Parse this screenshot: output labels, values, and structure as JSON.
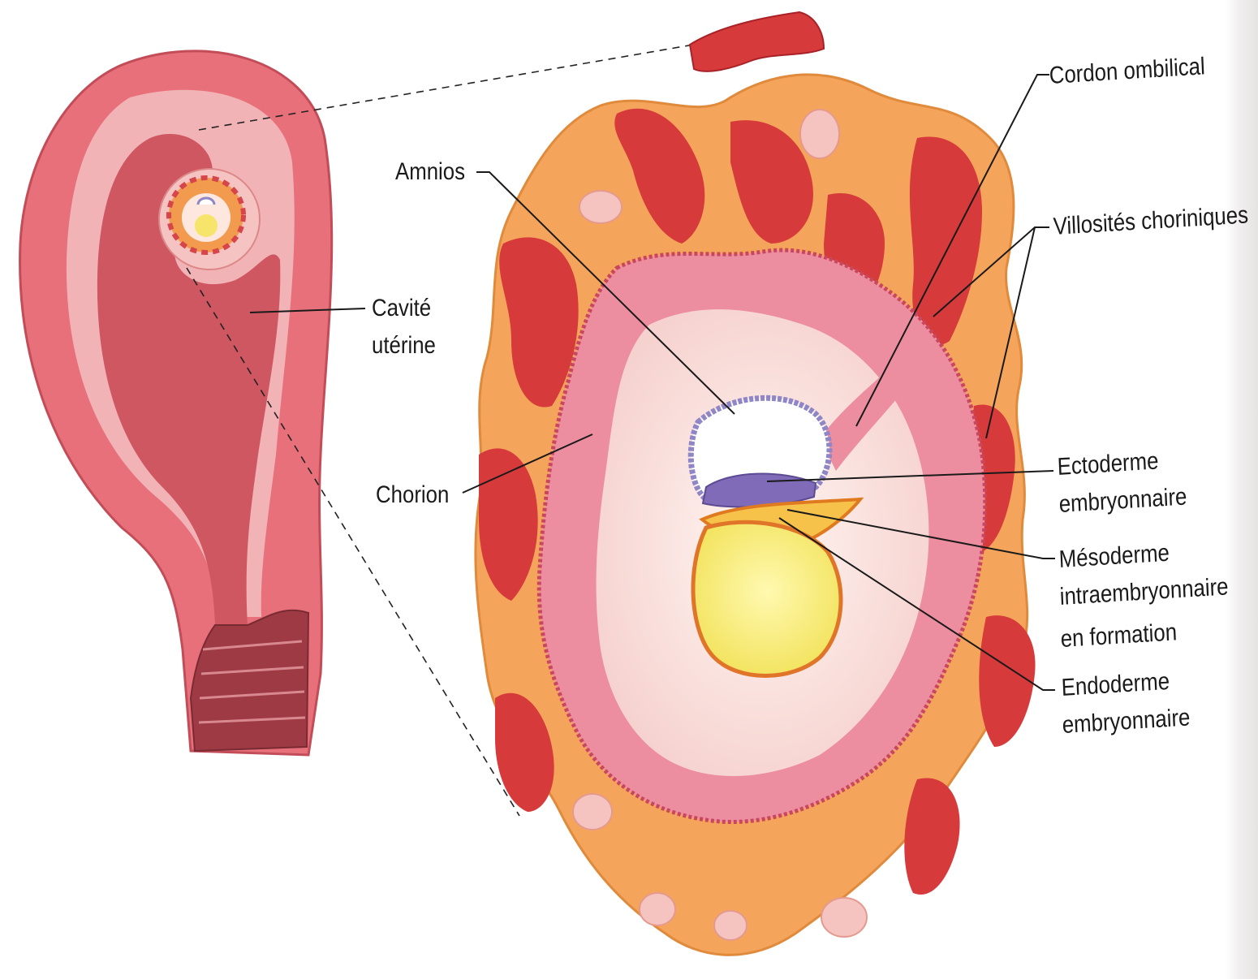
{
  "colors": {
    "uterus_wall": "#e8707a",
    "endometrium": "#f1b3b6",
    "cavity": "#cf5761",
    "villi_red": "#d63a3a",
    "outer_orange": "#f5a45c",
    "inner_cream": "#fbe6e2",
    "yolk": "#f8ee7a",
    "amnion_blue": "#8f86c8"
  },
  "labels": {
    "amnios": "Amnios",
    "cavite_1": "Cavité",
    "cavite_2": "utérine",
    "chorion": "Chorion",
    "cordon": "Cordon ombilical",
    "villosites": "Villosités choriniques",
    "ectoderme_1": "Ectoderme",
    "ectoderme_2": "embryonnaire",
    "mesoderme_1": "Mésoderme",
    "mesoderme_2": "intraembryonnaire",
    "mesoderme_3": "en formation",
    "endoderme_1": "Endoderme",
    "endoderme_2": "embryonnaire"
  }
}
